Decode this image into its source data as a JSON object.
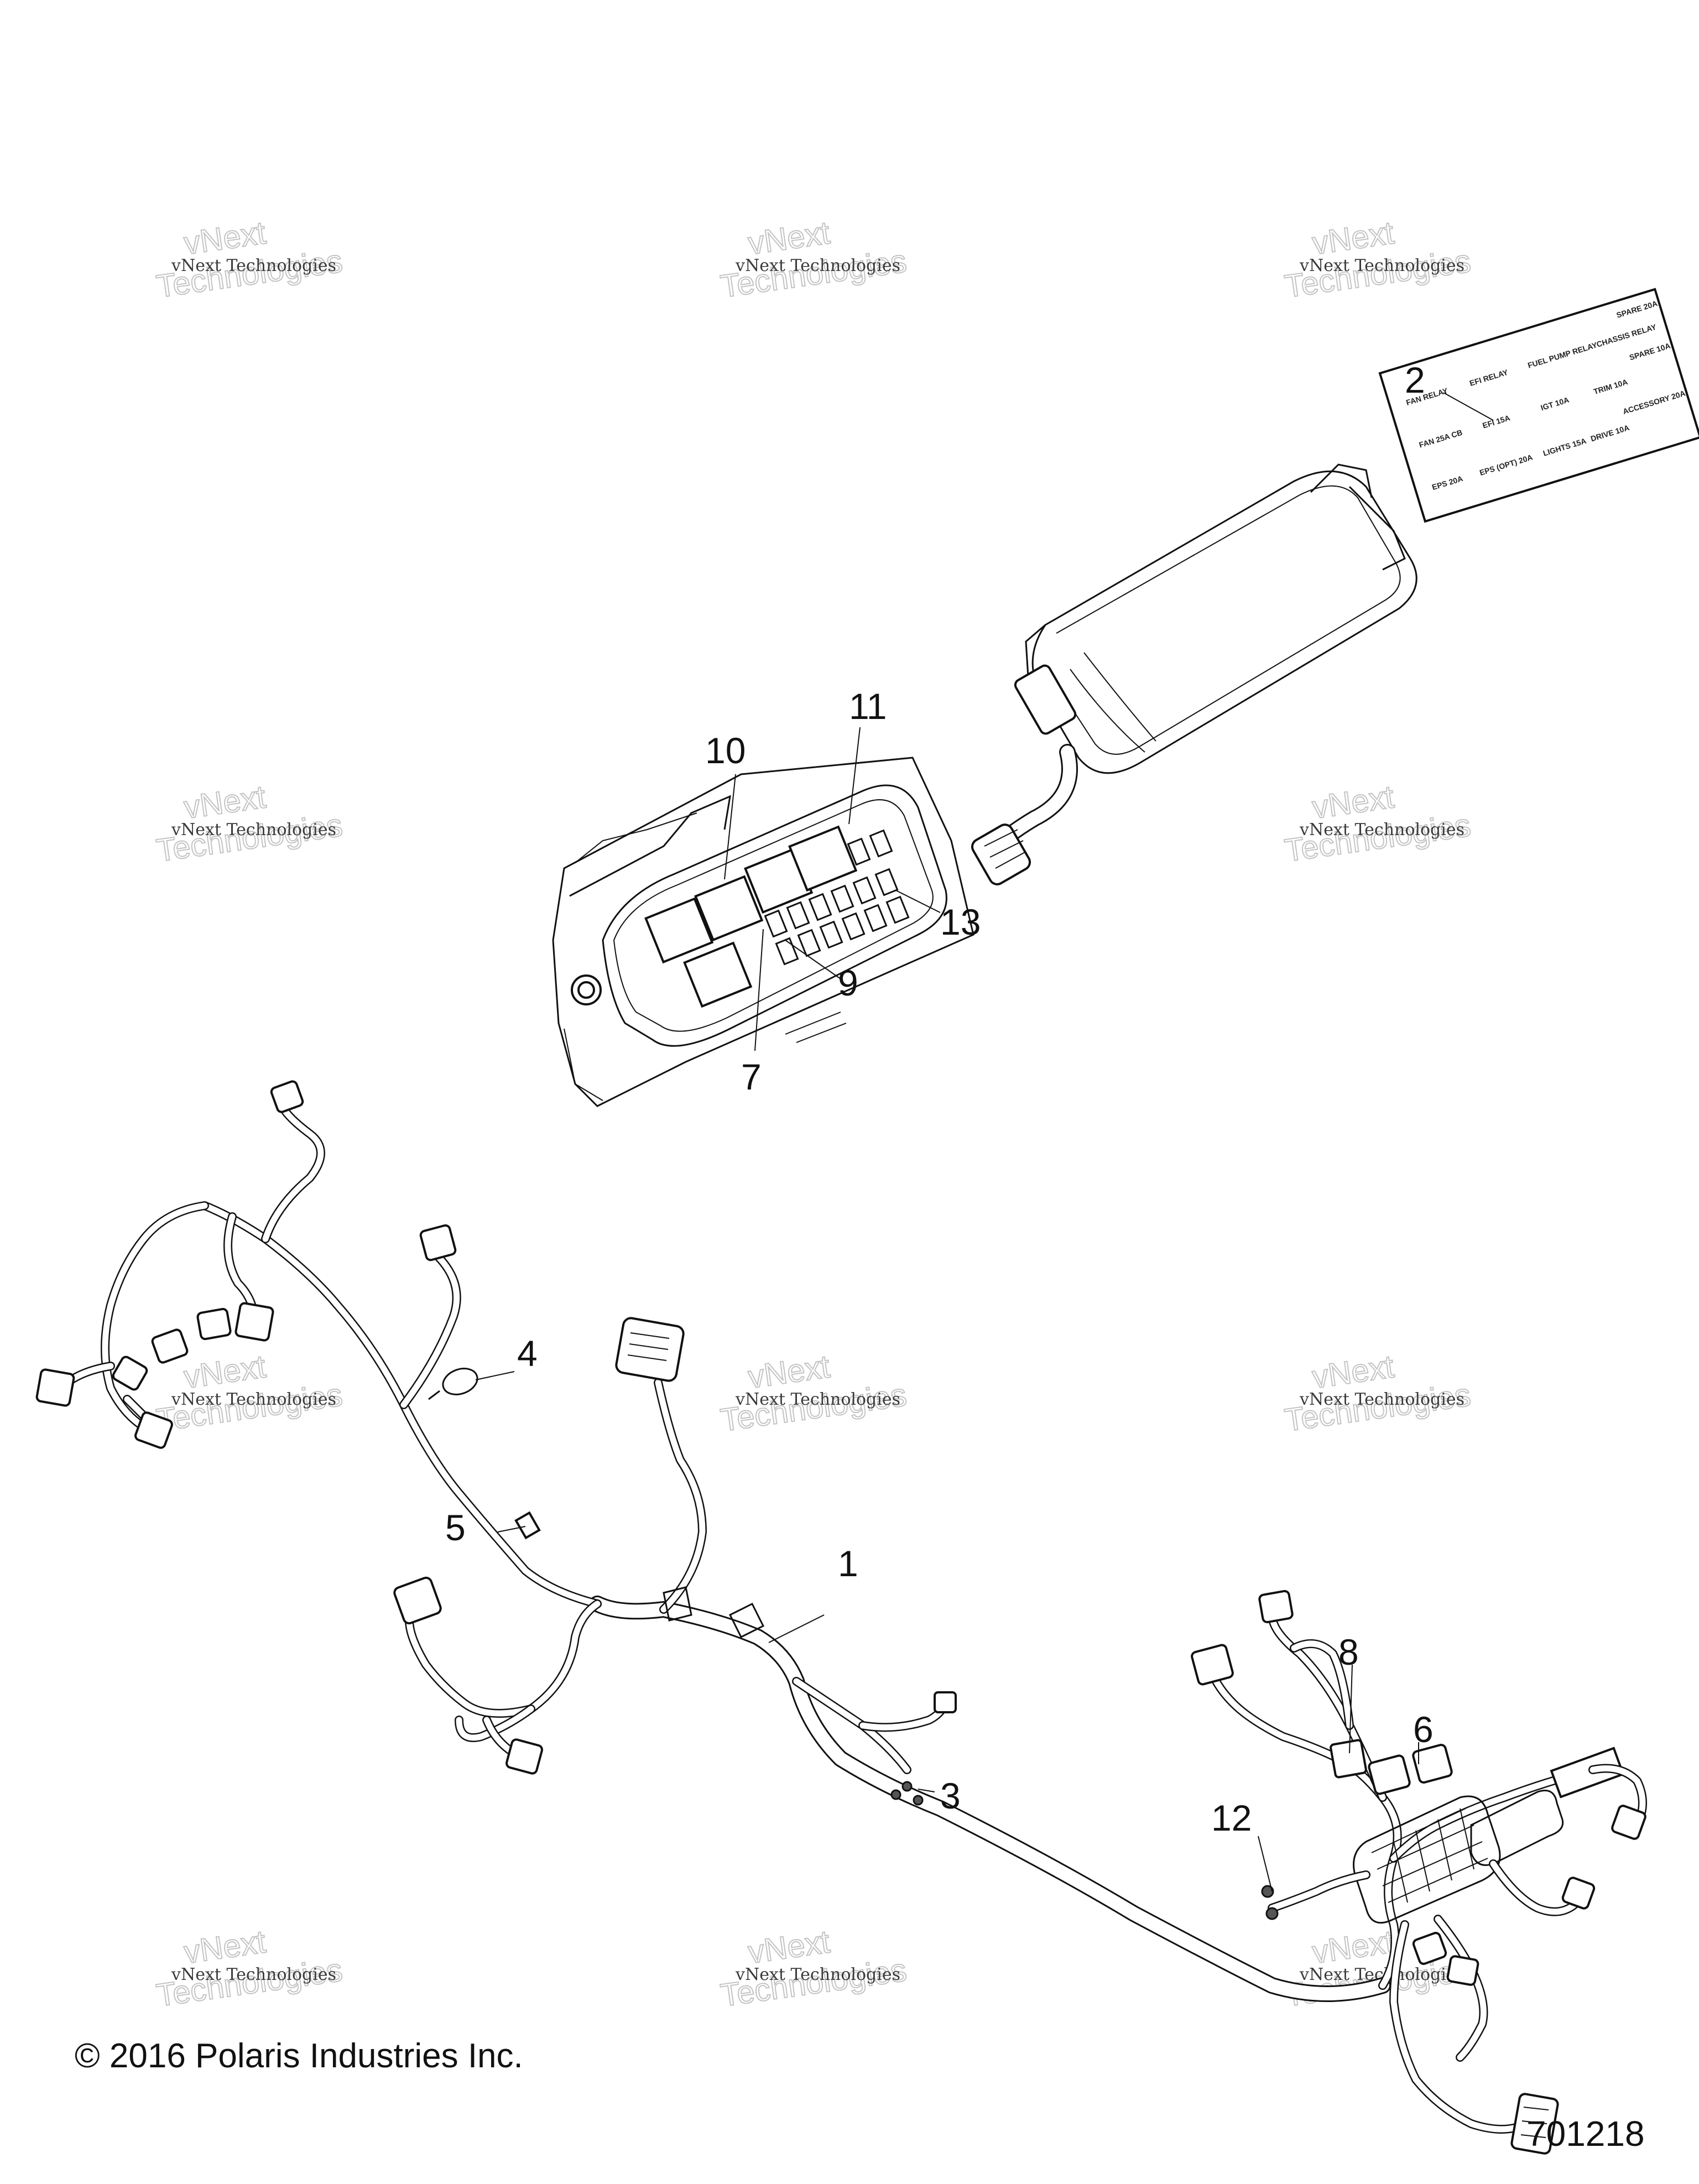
{
  "callouts": {
    "c1": "1",
    "c2": "2",
    "c3": "3",
    "c4": "4",
    "c5": "5",
    "c6": "6",
    "c7": "7",
    "c8": "8",
    "c9": "9",
    "c10": "10",
    "c11": "11",
    "c12": "12",
    "c13": "13"
  },
  "watermark": {
    "line": "vNext Technologies",
    "big_top": "vNext",
    "big_bottom": "Technologies"
  },
  "fuse_label": {
    "items": [
      "FAN RELAY",
      "EFI RELAY",
      "FUEL PUMP RELAY",
      "CHASSIS RELAY",
      "SPARE 20A",
      "FAN 25A CB",
      "EFI 15A",
      "IGT 10A",
      "TRIM 10A",
      "SPARE 10A",
      "EPS 20A",
      "EPS (OPT) 20A",
      "LIGHTS 15A",
      "DRIVE 10A",
      "ACCESSORY 20A"
    ]
  },
  "footer": {
    "copyright": "© 2016 Polaris Industries Inc.",
    "part_number": "701218"
  }
}
